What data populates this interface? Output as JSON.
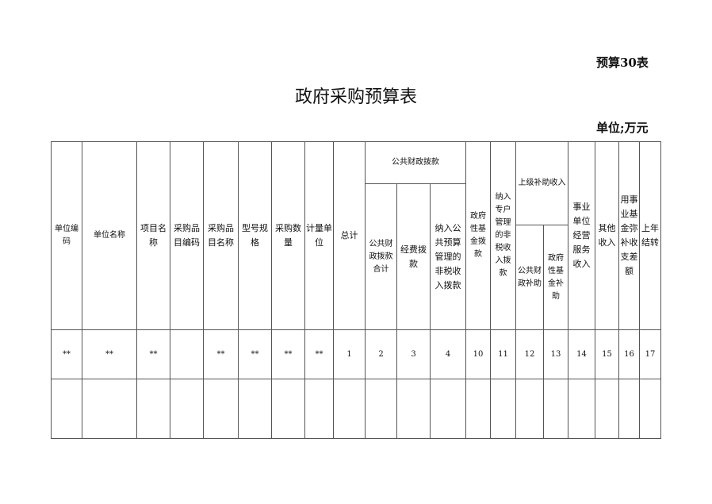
{
  "form_number": "预算30表",
  "title": "政府采购预算表",
  "unit": "单位;万元",
  "headers": {
    "unit_code": "单位编码",
    "unit_name": "单位名称",
    "project_name": "项目名称",
    "item_code": "采购品目编码",
    "item_name": "采购品目名称",
    "model_spec": "型号规格",
    "quantity": "采购数量",
    "measure_unit": "计量单位",
    "total": "总计",
    "public_finance": "公共财政拨款",
    "public_finance_total": "公共财政拨款合计",
    "funding": "经费拨款",
    "non_tax_public": "纳入公共预算管理的非税收入拨款",
    "gov_fund": "政府性基金拨款",
    "non_tax_special": "纳入专户管理的非税收入拨款",
    "superior_subsidy": "上级补助收入",
    "public_subsidy": "公共财政补助",
    "gov_fund_subsidy": "政府性基金补助",
    "business_income": "事业单位经营服务收入",
    "other_income": "其他收入",
    "fund_offset": "用事业基金弥补收支差额",
    "carryover": "上年结转"
  },
  "code_row": [
    "**",
    "**",
    "**",
    "",
    "**",
    "**",
    "**",
    "**",
    "1",
    "2",
    "3",
    "4",
    "10",
    "11",
    "12",
    "13",
    "14",
    "15",
    "16",
    "17"
  ]
}
